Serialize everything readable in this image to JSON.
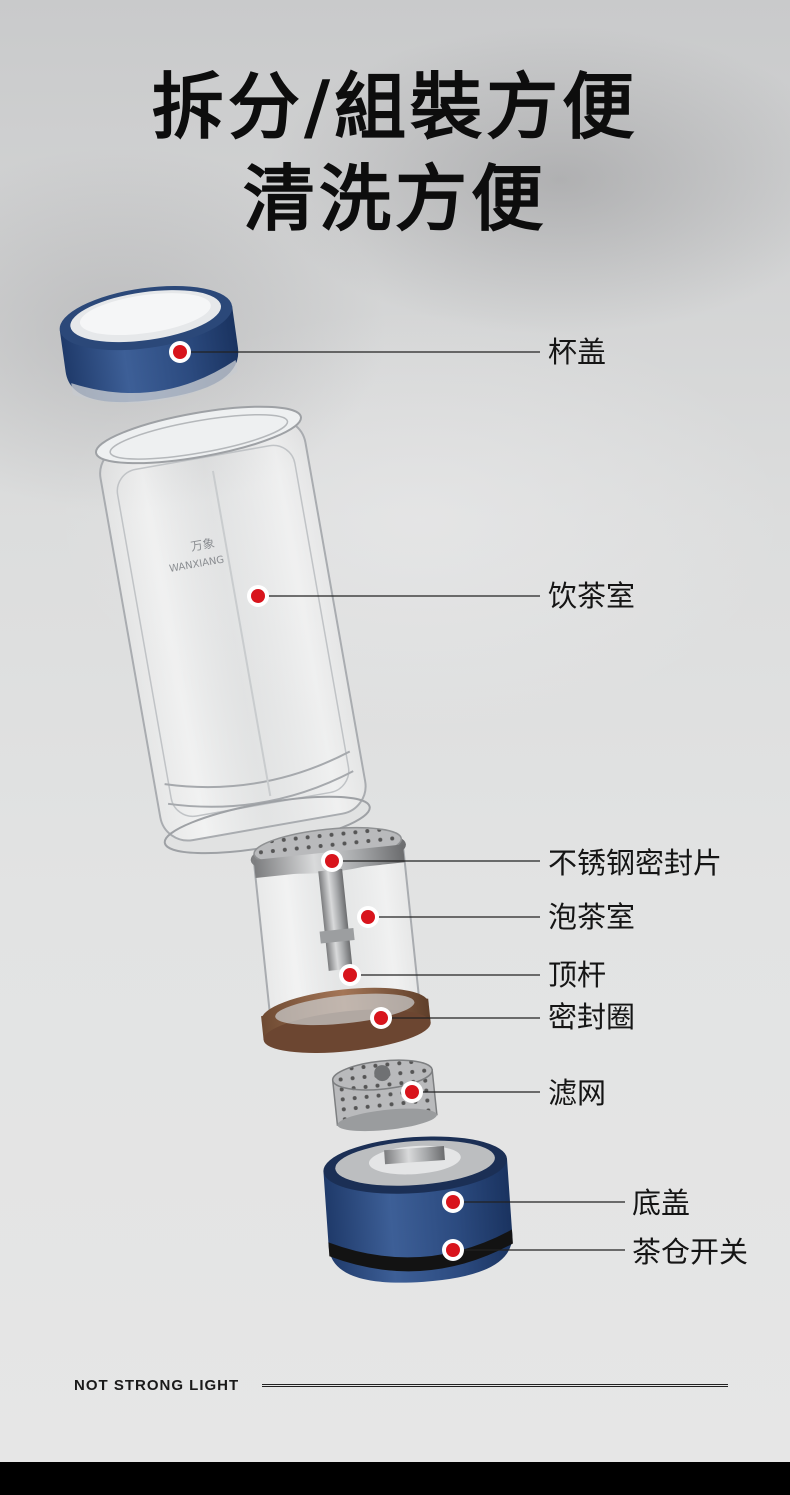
{
  "header": {
    "title_line1": "拆分/組裝方便",
    "title_line2": "清洗方便"
  },
  "parts": [
    {
      "label": "杯盖"
    },
    {
      "label": "饮茶室"
    },
    {
      "label": "不锈钢密封片"
    },
    {
      "label": "泡茶室"
    },
    {
      "label": "顶杆"
    },
    {
      "label": "密封圈"
    },
    {
      "label": "滤网"
    },
    {
      "label": "底盖"
    },
    {
      "label": "茶仓开关"
    }
  ],
  "product": {
    "brand_mark": "万象",
    "brand_text": "WANXIANG"
  },
  "footer": {
    "text": "NOT STRONG LIGHT"
  },
  "colors": {
    "cap_blue": "#2f4f86",
    "marker_red": "#d8141c",
    "text_dark": "#151515"
  }
}
